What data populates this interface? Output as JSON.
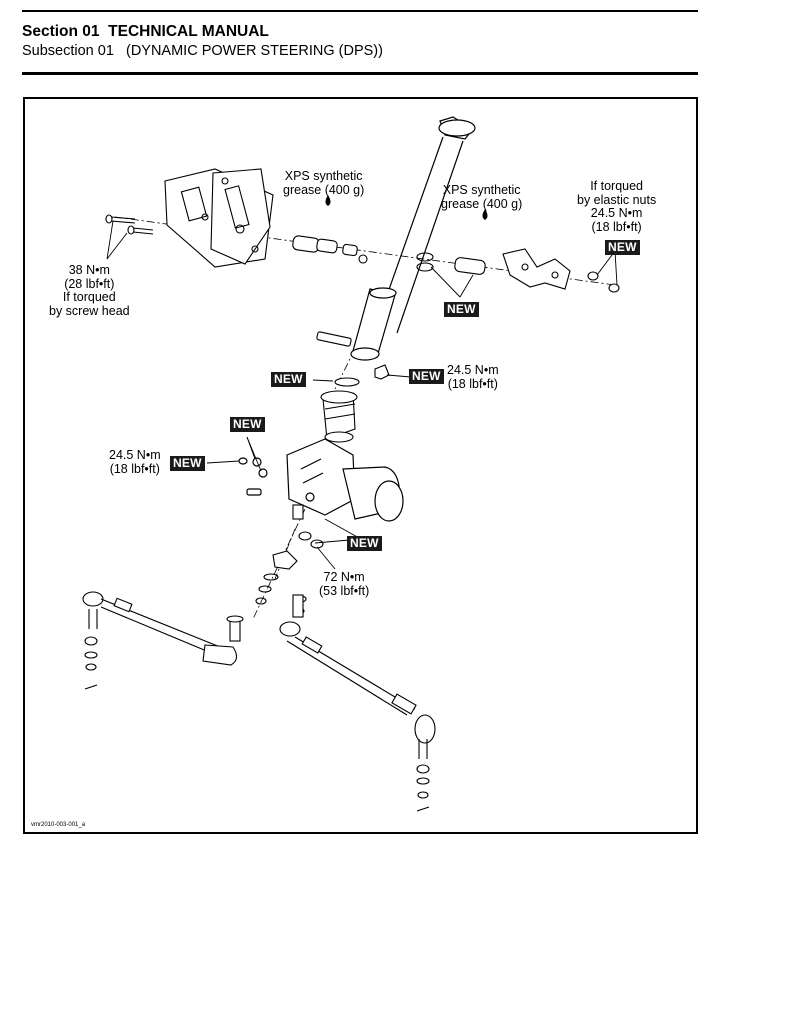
{
  "header": {
    "section": "Section 01  TECHNICAL MANUAL",
    "subsection": "Subsection 01   (DYNAMIC POWER STEERING (DPS))"
  },
  "figure": {
    "id": "vmr2010-003-001_a",
    "new_badge": "NEW",
    "labels": {
      "grease_left": [
        "XPS synthetic",
        "grease (400 g)"
      ],
      "grease_right": [
        "XPS synthetic",
        "grease (400 g)"
      ],
      "elastic_nuts": [
        "If torqued",
        "by elastic nuts",
        "24.5 N•m",
        "(18 lbf•ft)"
      ],
      "screw_head": [
        "38 N•m",
        "(28 lbf•ft)",
        "If torqued",
        "by screw head"
      ],
      "torque_column": [
        "24.5 N•m",
        "(18 lbf•ft)"
      ],
      "torque_rack": [
        "24.5 N•m",
        "(18 lbf•ft)"
      ],
      "torque_pitman": [
        "72 N•m",
        "(53 lbf•ft)"
      ]
    }
  }
}
